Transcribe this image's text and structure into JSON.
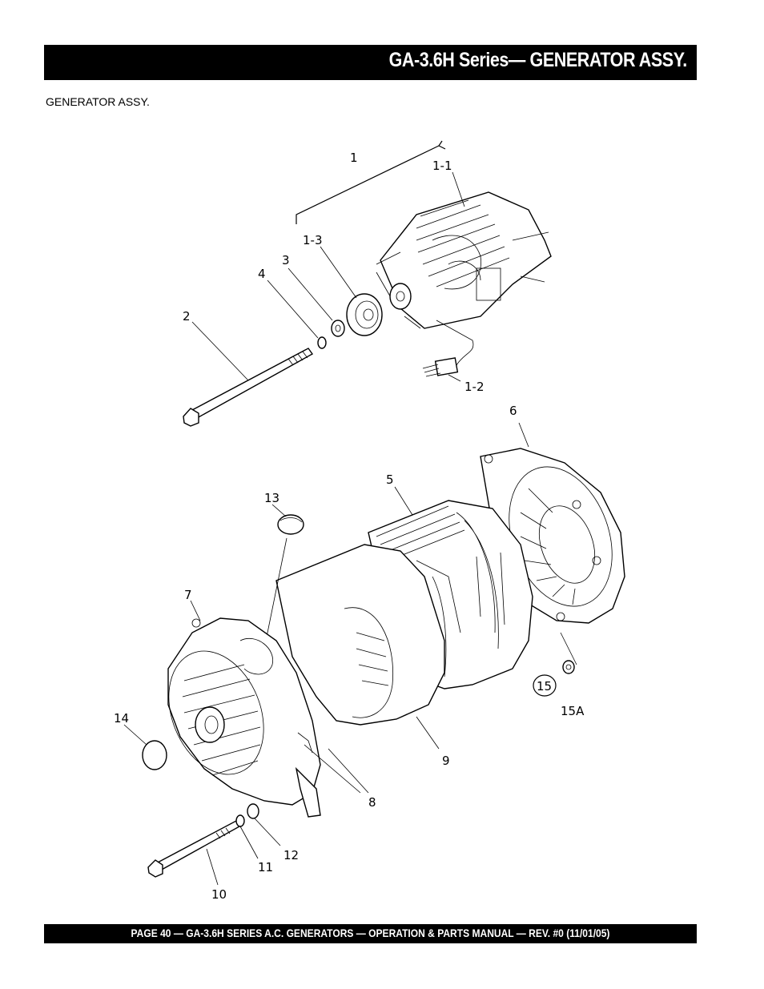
{
  "header": {
    "title": "GA-3.6H Series— GENERATOR ASSY."
  },
  "section": {
    "label": "GENERATOR ASSY."
  },
  "callouts": [
    {
      "id": "c-1",
      "label": "1"
    },
    {
      "id": "c-1-1",
      "label": "1-1"
    },
    {
      "id": "c-1-3",
      "label": "1-3"
    },
    {
      "id": "c-3",
      "label": "3"
    },
    {
      "id": "c-4",
      "label": "4"
    },
    {
      "id": "c-2",
      "label": "2"
    },
    {
      "id": "c-1-2",
      "label": "1-2"
    },
    {
      "id": "c-6",
      "label": "6"
    },
    {
      "id": "c-5",
      "label": "5"
    },
    {
      "id": "c-13",
      "label": "13"
    },
    {
      "id": "c-7",
      "label": "7"
    },
    {
      "id": "c-15",
      "label": "15"
    },
    {
      "id": "c-15a",
      "label": "15A"
    },
    {
      "id": "c-14",
      "label": "14"
    },
    {
      "id": "c-9",
      "label": "9"
    },
    {
      "id": "c-8",
      "label": "8"
    },
    {
      "id": "c-12",
      "label": "12"
    },
    {
      "id": "c-11",
      "label": "11"
    },
    {
      "id": "c-10",
      "label": "10"
    }
  ],
  "footer": {
    "text": "PAGE 40 — GA-3.6H SERIES A.C. GENERATORS — OPERATION & PARTS  MANUAL — REV. #0  (11/01/05)"
  }
}
